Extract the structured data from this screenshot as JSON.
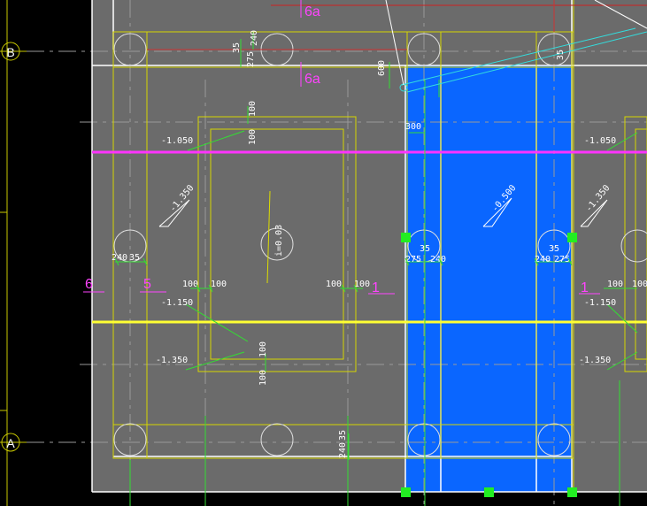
{
  "axis_labels": {
    "b": "B",
    "a": "A"
  },
  "section_marks": {
    "top_1": "6a",
    "top_2": "6a",
    "left_1": "6",
    "left_2": "5",
    "mid": "1",
    "right": "1"
  },
  "elevations": {
    "left_top": "-1.050",
    "left_mid": "-1.150",
    "left_bot": "-1.350",
    "right_top": "-1.050",
    "right_mid": "-1.150",
    "right_bot": "-1.350",
    "slope_left": "-1.350",
    "slope_mid": "-0.500",
    "slope_right": "-1.350"
  },
  "slope_text": "i=0.03",
  "dims": {
    "top_35": "35",
    "top_240": "240",
    "top_275": "275",
    "d600": "600",
    "d300": "300",
    "top_right_35": "35",
    "c100_a": "100",
    "c100_b": "100",
    "l240": "240",
    "l35": "35",
    "m35": "35",
    "m275": "275",
    "m240": "240",
    "r35": "35",
    "r240": "240",
    "r275": "275",
    "s100_1": "100",
    "s100_2": "100",
    "s100_3": "100",
    "s100_4": "100",
    "s100_5": "100",
    "b100_a": "100",
    "b100_b": "100",
    "bot_35": "35",
    "bot_240": "240",
    "tr_100": "100"
  }
}
